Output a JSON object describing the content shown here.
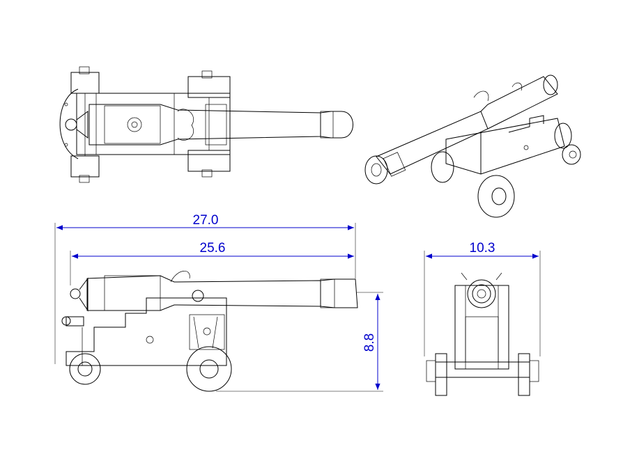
{
  "dimensions": {
    "overall_length": "27.0",
    "barrel_length": "25.6",
    "height": "8.8",
    "width": "10.3"
  },
  "colors": {
    "dimension": "#0000cc",
    "linework": "#000000",
    "background": "#ffffff"
  }
}
